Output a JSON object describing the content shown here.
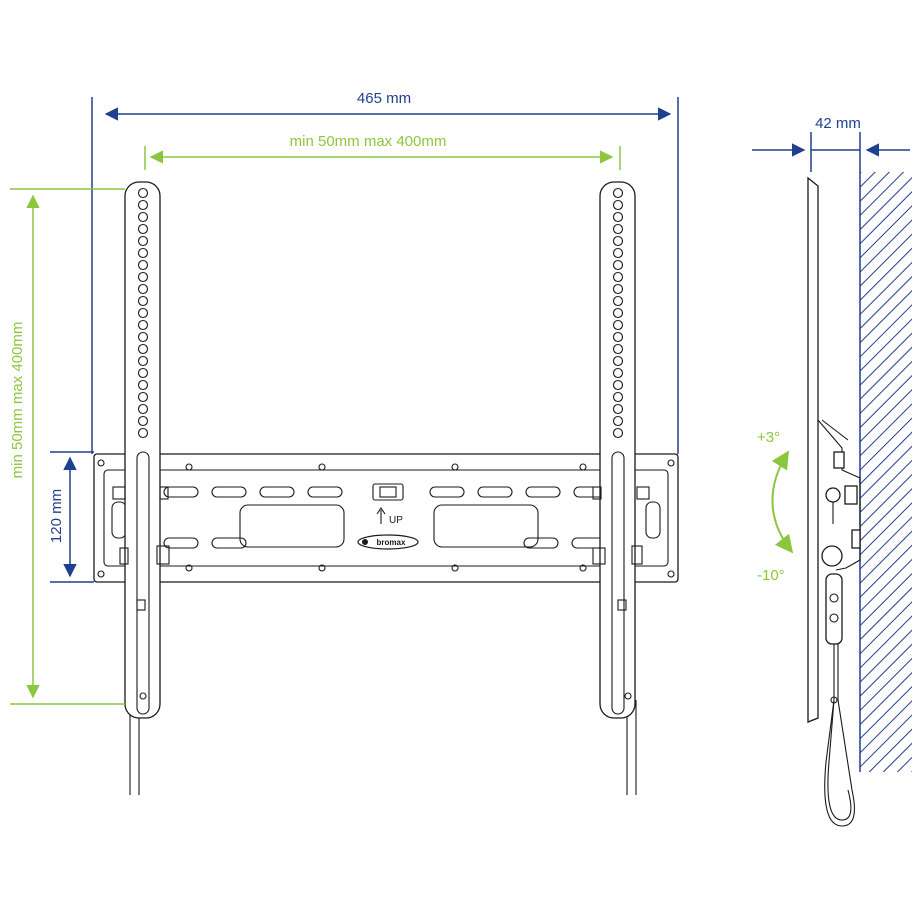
{
  "colors": {
    "blue": "#1f3f8f",
    "green": "#8cc63f",
    "line": "#1a1a1a",
    "background": "#ffffff"
  },
  "labels": {
    "total_width": "465 mm",
    "vesa_horizontal": "min 50mm max 400mm",
    "vesa_vertical": "min 50mm max 400mm",
    "plate_height": "120 mm",
    "depth": "42 mm",
    "tilt_up": "+3°",
    "tilt_down": "-10°",
    "up_marker": "UP",
    "brand": "bromax"
  },
  "icons": [
    "up-arrow-icon",
    "brand-logo",
    "wall-hatch",
    "dimension-arrow-icon"
  ]
}
